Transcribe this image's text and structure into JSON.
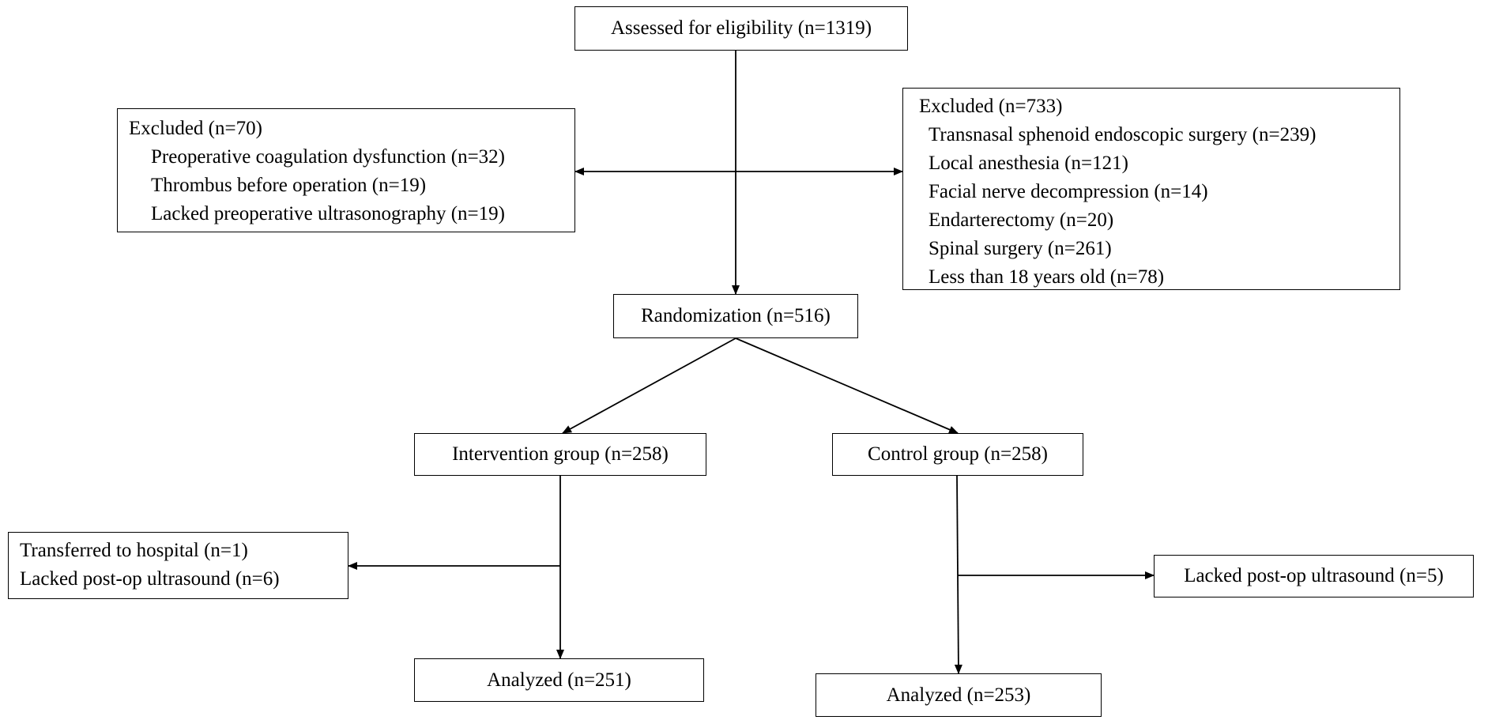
{
  "assessed": {
    "label": "Assessed for eligibility  (n=1319)"
  },
  "excluded_left": {
    "title": "Excluded  (n=70)",
    "items": [
      "Preoperative  coagulation  dysfunction  (n=32)",
      "Thrombus  before  operation  (n=19)",
      "Lacked preoperative  ultrasonography  (n=19)"
    ]
  },
  "excluded_right": {
    "title": "Excluded  (n=733)",
    "items": [
      "Transnasal  sphenoid  endoscopic  surgery  (n=239)",
      "Local  anesthesia  (n=121)",
      "Facial  nerve  decompression  (n=14)",
      "Endarterectomy  (n=20)",
      "Spinal  surgery  (n=261)",
      "Less than  18  years old (n=78)"
    ]
  },
  "randomization": {
    "label": "Randomization  (n=516)"
  },
  "intervention": {
    "label": "Intervention  group  (n=258)"
  },
  "control": {
    "label": "Control  group  (n=258)"
  },
  "intervention_lost": {
    "items": [
      "Transferred  to  hospital  (n=1)",
      "Lacked  post-op  ultrasound  (n=6)"
    ]
  },
  "control_lost": {
    "label": "Lacked post-op ultrasound  (n=5)"
  },
  "analyzed_intervention": {
    "label": "Analyzed  (n=251)"
  },
  "analyzed_control": {
    "label": "Analyzed  (n=253)"
  },
  "colors": {
    "line": "#000000",
    "background": "#ffffff"
  }
}
